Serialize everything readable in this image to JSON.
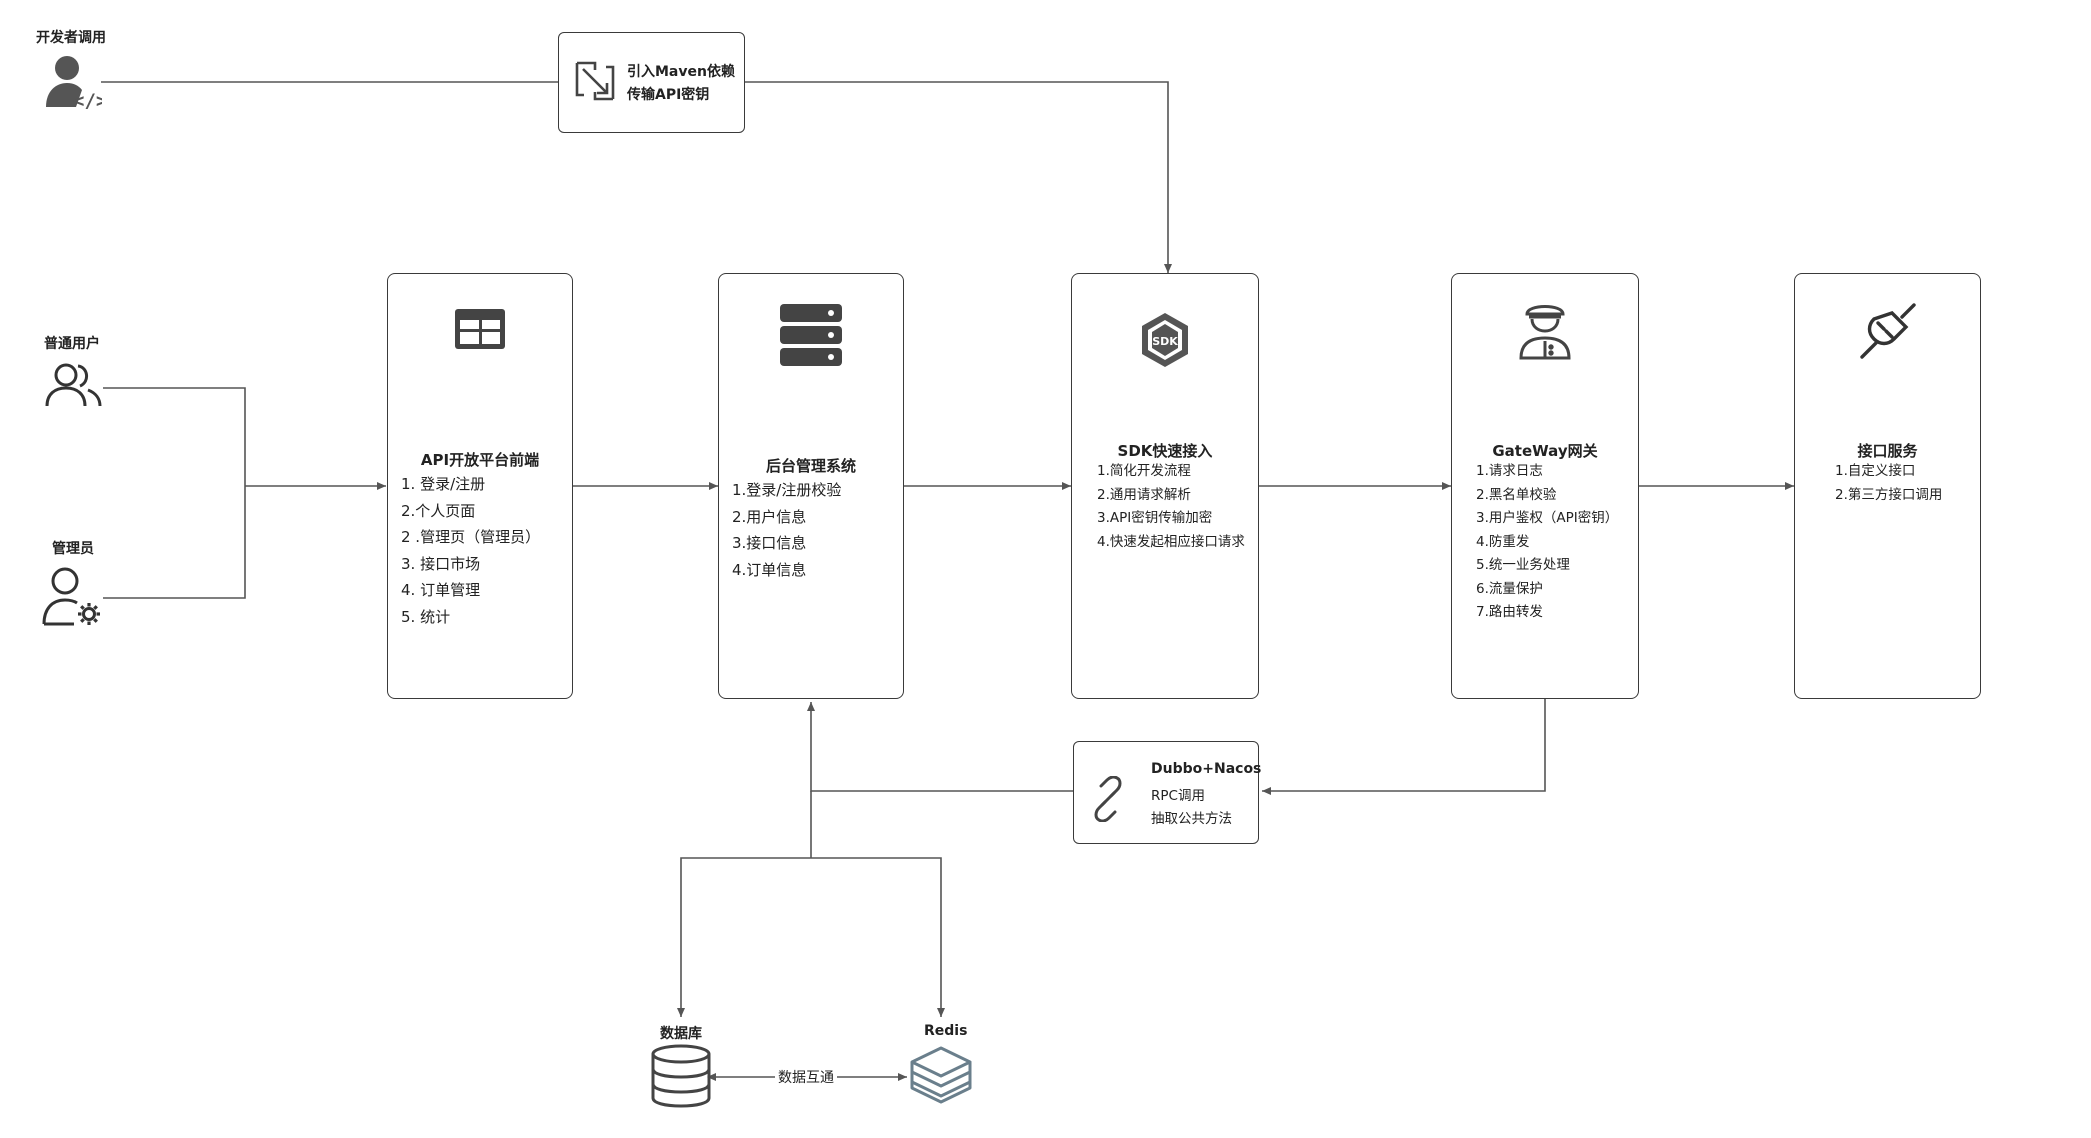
{
  "actors": {
    "developer": {
      "label": "开发者调用",
      "icon": "developer-code-icon"
    },
    "normal_user": {
      "label": "普通用户",
      "icon": "users-icon"
    },
    "admin": {
      "label": "管理员",
      "icon": "admin-gear-icon"
    }
  },
  "maven_note": {
    "line1": "引入Maven依赖",
    "line2": "传输API密钥",
    "icon": "link-transfer-icon"
  },
  "boxes": {
    "frontend": {
      "title": "API开放平台前端",
      "icon": "web-layout-icon",
      "items": [
        "1. 登录/注册",
        "2.个人页面",
        "2 .管理页（管理员）",
        "3. 接口市场",
        "4. 订单管理",
        "5. 统计"
      ]
    },
    "backend": {
      "title": "后台管理系统",
      "icon": "server-icon",
      "items": [
        "1.登录/注册校验",
        "2.用户信息",
        "3.接口信息",
        "4.订单信息"
      ]
    },
    "sdk": {
      "title": "SDK快速接入",
      "icon": "sdk-icon",
      "items": [
        "1.简化开发流程",
        "2.通用请求解析",
        "3.API密钥传输加密",
        "4.快速发起相应接口请求"
      ]
    },
    "gateway": {
      "title": "GateWay网关",
      "icon": "guard-icon",
      "items": [
        "1.请求日志",
        "2.黑名单校验",
        "3.用户鉴权（API密钥）",
        "4.防重发",
        "5.统一业务处理",
        "6.流量保护",
        "7.路由转发"
      ]
    },
    "service": {
      "title": "接口服务",
      "icon": "plug-icon",
      "items": [
        "1.自定义接口",
        "2.第三方接口调用"
      ]
    }
  },
  "rpc_note": {
    "title": "Dubbo+Nacos",
    "line1": "RPC调用",
    "line2": "抽取公共方法",
    "icon": "chain-link-icon"
  },
  "stores": {
    "database": {
      "label": "数据库",
      "icon": "database-icon"
    },
    "redis": {
      "label": "Redis",
      "icon": "redis-layers-icon"
    }
  },
  "sync_label": "数据互通",
  "colors": {
    "line": "#555555",
    "box_border": "#3a3a3a",
    "icon": "#444444",
    "redis_icon": "#6a7f8c"
  }
}
